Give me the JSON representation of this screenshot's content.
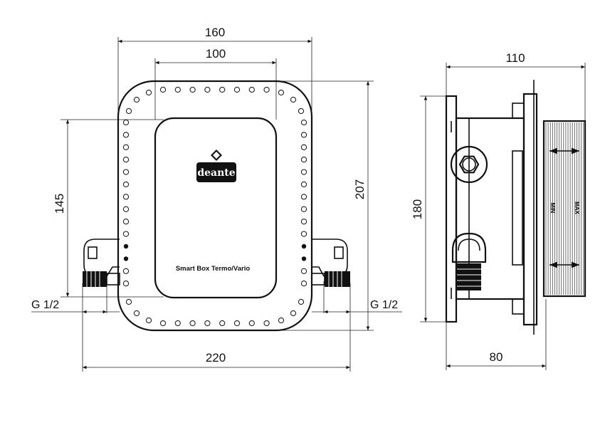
{
  "front_view": {
    "dim_outer_width": "160",
    "dim_inner_width": "100",
    "dim_height_left": "145",
    "dim_height_right": "207",
    "dim_total_width": "220",
    "thread_left": "G 1/2",
    "thread_right": "G 1/2",
    "logo_text": "deante",
    "product_label": "Smart Box Termo/Vario"
  },
  "side_view": {
    "dim_depth_total": "110",
    "dim_height": "180",
    "dim_depth_min": "80",
    "label_min": "MIN",
    "label_max": "MAX"
  }
}
